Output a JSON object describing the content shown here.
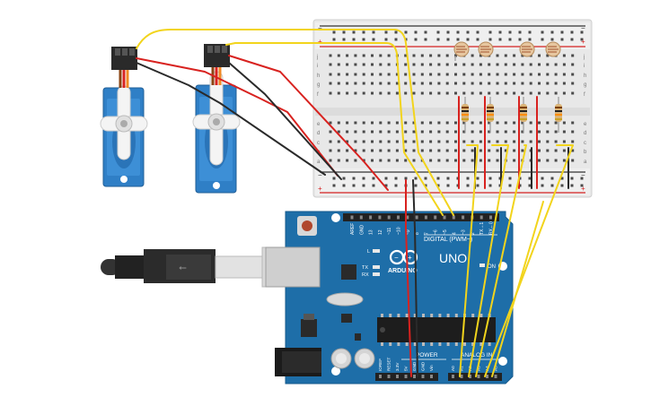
{
  "arduino": {
    "brand": "ARDUINO",
    "model": "UNO",
    "digital_label": "DIGITAL (PWM~)",
    "power_label": "POWER",
    "analog_label": "ANALOG IN",
    "on_label": "ON",
    "led_labels": [
      "L",
      "TX",
      "RX"
    ],
    "top_header_labels": [
      "AREF",
      "GND",
      "13",
      "12",
      "~11",
      "~10",
      "~9",
      "8",
      "7",
      "~6",
      "~5",
      "4",
      "~3",
      "2",
      "TX→1",
      "RX←0"
    ],
    "power_pins": [
      "IOREF",
      "RESET",
      "3.3V",
      "5V",
      "GND",
      "GND",
      "Vin"
    ],
    "analog_pins": [
      "A0",
      "A1",
      "A2",
      "A3",
      "A4",
      "A5"
    ]
  },
  "breadboard": {
    "row_letters_top": [
      "j",
      "i",
      "h",
      "g",
      "f"
    ],
    "row_letters_bottom": [
      "e",
      "d",
      "c",
      "b",
      "a"
    ],
    "plus": "+",
    "minus": "−"
  },
  "components": {
    "servo_count": 2,
    "photoresistor_count": 4,
    "resistor_count": 4,
    "usb_cable": "usb-b"
  },
  "colors": {
    "board": "#1e6ea8",
    "breadboard": "#e9e9e9",
    "wire_yellow": "#f2d41c",
    "wire_red": "#d8221f",
    "wire_black": "#2a2a2a",
    "servo_body": "#2f7fc6"
  }
}
